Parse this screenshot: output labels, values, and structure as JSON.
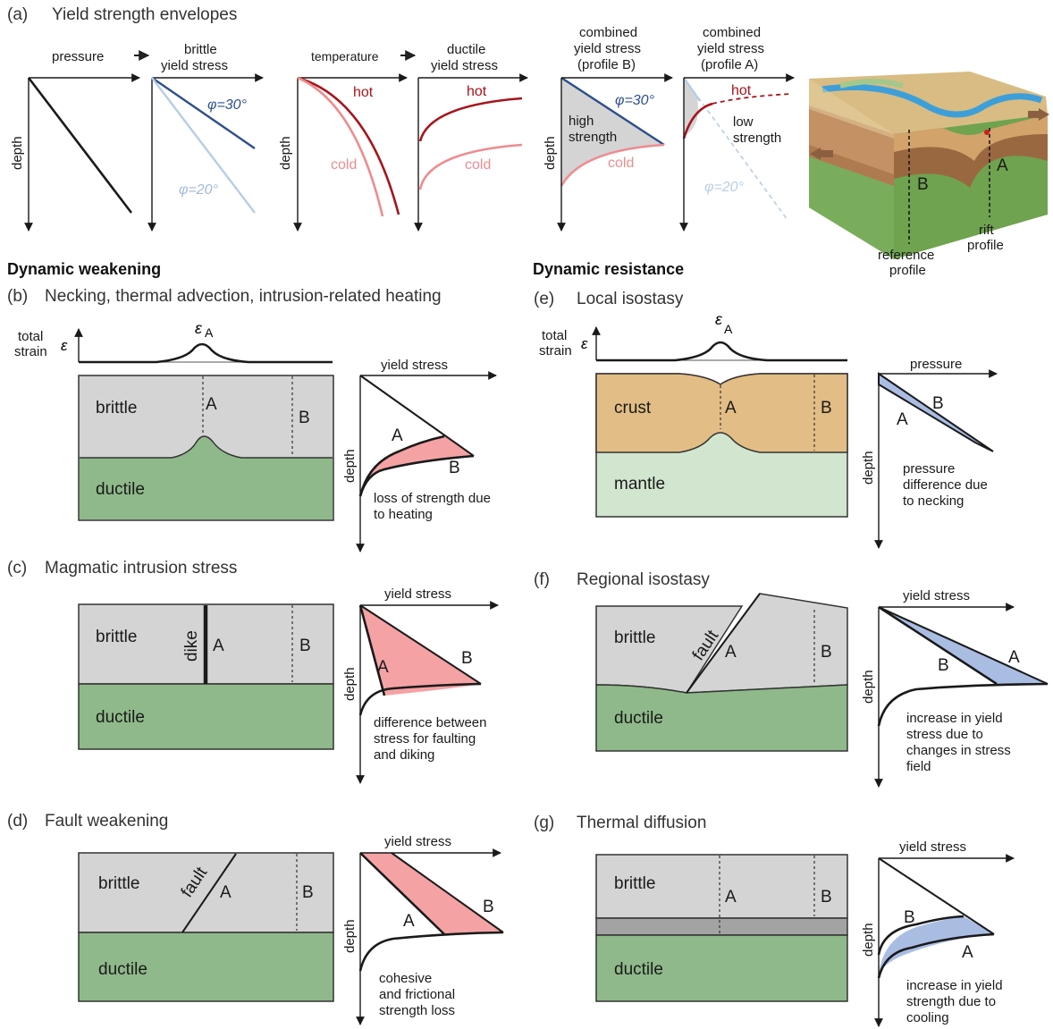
{
  "section_a": {
    "label": "(a)",
    "title": "Yield strength envelopes",
    "pressure": "pressure",
    "brittle_yield_1": "brittle",
    "brittle_yield_2": "yield stress",
    "temperature": "temperature",
    "ductile_yield_1": "ductile",
    "ductile_yield_2": "yield stress",
    "combB_1": "combined",
    "combB_2": "yield stress",
    "combB_3": "(profile B)",
    "combA_1": "combined",
    "combA_2": "yield stress",
    "combA_3": "(profile A)",
    "depth": "depth",
    "phi30": "φ=30°",
    "phi20": "φ=20°",
    "hot": "hot",
    "cold": "cold",
    "high_1": "high",
    "high_2": "strength",
    "low_1": "low",
    "low_2": "strength",
    "ref_1": "reference",
    "ref_2": "profile",
    "rift_1": "rift",
    "rift_2": "profile",
    "A": "A",
    "B": "B"
  },
  "weakening_header": "Dynamic weakening",
  "resistance_header": "Dynamic resistance",
  "panel_b": {
    "label": "(b)",
    "title": "Necking, thermal advection, intrusion-related heating",
    "strain_1": "total",
    "strain_2": "strain",
    "eps": "ε",
    "epsA": "ε",
    "epsA_sub": "A",
    "brittle": "brittle",
    "ductile": "ductile",
    "yield": "yield stress",
    "depth": "depth",
    "note_1": "loss of strength due",
    "note_2": "to heating",
    "A": "A",
    "B": "B"
  },
  "panel_c": {
    "label": "(c)",
    "title": "Magmatic intrusion stress",
    "brittle": "brittle",
    "ductile": "ductile",
    "dike": "dike",
    "yield": "yield stress",
    "depth": "depth",
    "note_1": "difference between",
    "note_2": "stress for faulting",
    "note_3": "and diking",
    "A": "A",
    "B": "B"
  },
  "panel_d": {
    "label": "(d)",
    "title": "Fault weakening",
    "brittle": "brittle",
    "ductile": "ductile",
    "fault": "fault",
    "yield": "yield stress",
    "depth": "depth",
    "note_1": "cohesive",
    "note_2": "and frictional",
    "note_3": "strength loss",
    "A": "A",
    "B": "B"
  },
  "panel_e": {
    "label": "(e)",
    "title": "Local isostasy",
    "strain_1": "total",
    "strain_2": "strain",
    "eps": "ε",
    "epsA": "ε",
    "epsA_sub": "A",
    "crust": "crust",
    "mantle": "mantle",
    "pressure": "pressure",
    "depth": "depth",
    "note_1": "pressure",
    "note_2": "difference due",
    "note_3": "to necking",
    "A": "A",
    "B": "B"
  },
  "panel_f": {
    "label": "(f)",
    "title": "Regional isostasy",
    "brittle": "brittle",
    "ductile": "ductile",
    "fault": "fault",
    "yield": "yield stress",
    "depth": "depth",
    "note_1": "increase in yield",
    "note_2": "stress due to",
    "note_3": "changes in stress",
    "note_4": "field",
    "A": "A",
    "B": "B"
  },
  "panel_g": {
    "label": "(g)",
    "title": "Thermal diffusion",
    "brittle": "brittle",
    "ductile": "ductile",
    "yield": "yield stress",
    "depth": "depth",
    "note_1": "increase in yield",
    "note_2": "strength due to",
    "note_3": "cooling",
    "A": "A",
    "B": "B"
  },
  "colors": {
    "brittle_gray": "#d4d4d4",
    "ductile_green": "#8fb98a",
    "crust_tan": "#e2bd85",
    "mantle_green": "#d2e6cf",
    "red_fill": "#f4a2a4",
    "blue_fill": "#a9bde3",
    "hot_red": "#a8141c",
    "cold_pink": "#ee8c8e",
    "phi30_blue": "#2d4f8e",
    "phi20_blue": "#b7cde6"
  }
}
